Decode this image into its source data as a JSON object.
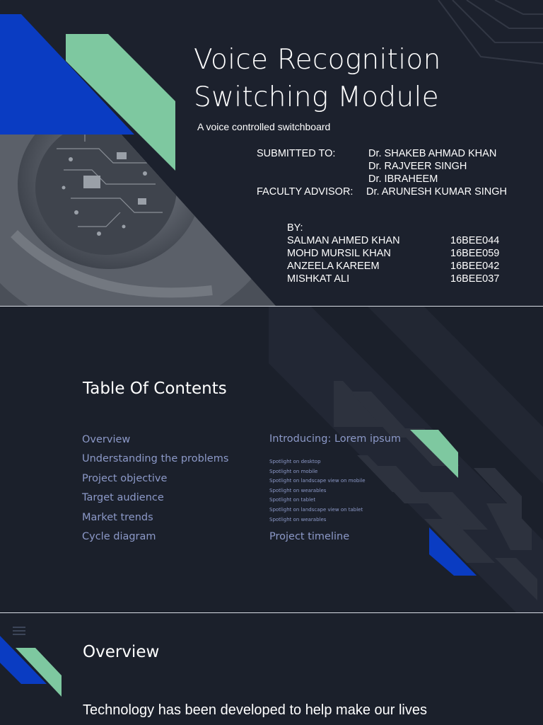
{
  "title_slide": {
    "title_line1": "Voice Recognition",
    "title_line2": "Switching Module",
    "subtitle": "A voice controlled switchboard",
    "submitted_label": "SUBMITTED TO:",
    "submitted_to": [
      "Dr. SHAKEB AHMAD KHAN",
      "Dr. RAJVEER SINGH",
      "Dr. IBRAHEEM"
    ],
    "advisor_label": "FACULTY ADVISOR:",
    "advisor": "Dr. ARUNESH KUMAR SINGH",
    "by_label": "BY:",
    "members": [
      {
        "name": "SALMAN AHMED KHAN",
        "id": "16BEE044"
      },
      {
        "name": "MOHD MURSIL KHAN",
        "id": "16BEE059"
      },
      {
        "name": "ANZEELA KAREEM",
        "id": "16BEE042"
      },
      {
        "name": "MISHKAT ALI",
        "id": "16BEE037"
      }
    ]
  },
  "toc_slide": {
    "title": "Table Of Contents",
    "left_items": [
      "Overview",
      "Understanding the problems",
      "Project objective",
      "Target audience",
      "Market trends",
      "Cycle diagram"
    ],
    "right_heading": "Introducing: Lorem ipsum",
    "right_sub_items": [
      "Spotlight on desktop",
      "Spotlight on mobile",
      "Spotlight on landscape view on mobile",
      "Spotlight on wearables",
      "Spotlight on tablet",
      "Spotlight on landscape view on tablet",
      "Spotlight on wearables"
    ],
    "right_footer": "Project timeline"
  },
  "overview_slide": {
    "title": "Overview",
    "body": "Technology has been developed to help make our lives"
  },
  "colors": {
    "background": "#1b202b",
    "accent_green": "#7ec8a0",
    "accent_blue": "#0a3cc2",
    "link_text": "#8c99c8"
  }
}
